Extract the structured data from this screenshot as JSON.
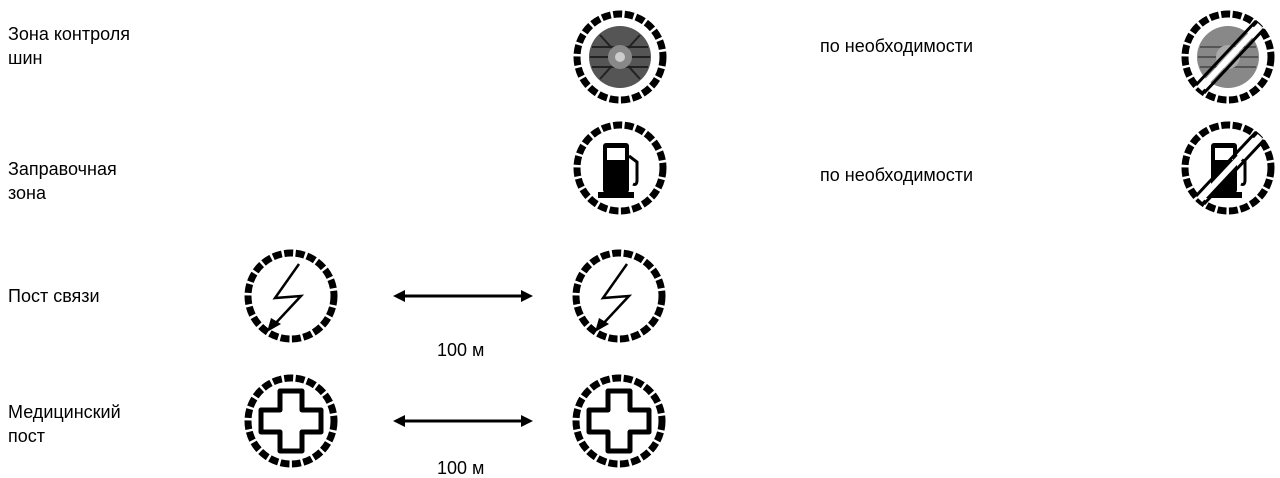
{
  "rows": [
    {
      "label": "Зона контроля\nшин",
      "end_label": "по необходимости",
      "start_icon": "tyre-icon",
      "end_icon": "tyre-end-icon"
    },
    {
      "label": "Заправочная\nзона",
      "end_label": "по необходимости",
      "start_icon": "fuel-pump-icon",
      "end_icon": "fuel-pump-end-icon"
    },
    {
      "label": "Пост связи",
      "distance": "100 м",
      "icon": "lightning-icon"
    },
    {
      "label": "Медицинский\nпост",
      "distance": "100 м",
      "icon": "medical-cross-icon"
    }
  ]
}
